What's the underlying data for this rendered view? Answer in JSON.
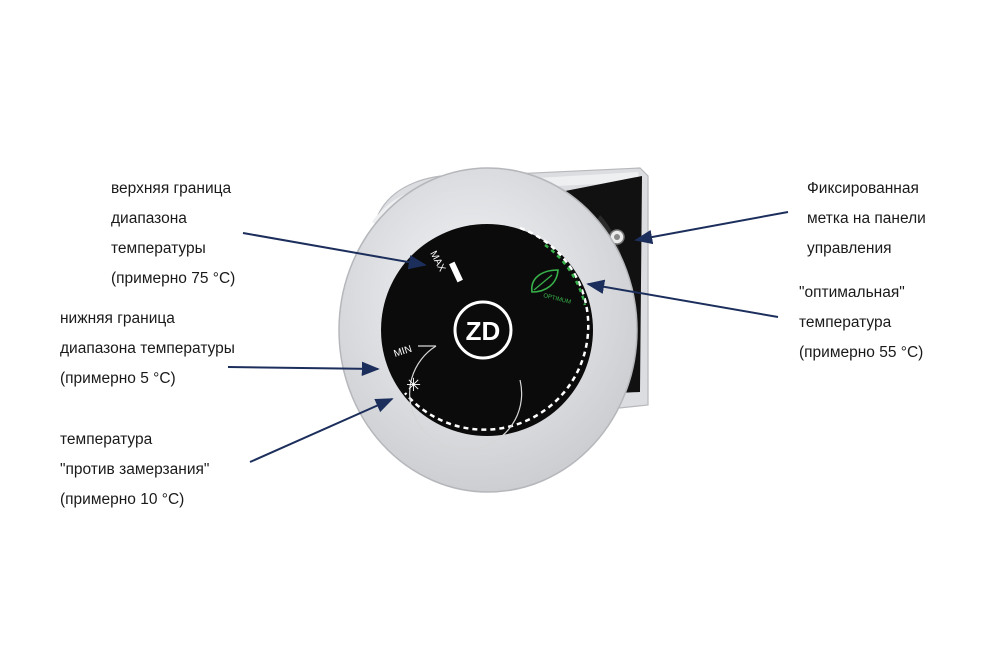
{
  "callouts": {
    "max": {
      "lines": [
        "верхняя граница",
        "диапазона",
        "температуры",
        "(примерно 75 °С)"
      ]
    },
    "min": {
      "lines": [
        "нижняя граница",
        "диапазона температуры",
        "(примерно 5 °С)"
      ]
    },
    "frost": {
      "lines": [
        "температура",
        "\"против замерзания\"",
        "(примерно 10 °С)"
      ]
    },
    "mark": {
      "lines": [
        "Фиксированная",
        "метка на панели",
        "управления"
      ]
    },
    "optimum": {
      "lines": [
        "\"оптимальная\"",
        "температура",
        "(примерно 55 °С)"
      ]
    }
  },
  "dial": {
    "max_label": "MAX",
    "min_label": "MIN",
    "optimum_label": "OPTIMUM",
    "frost_symbol": "✳",
    "logo": "ZD",
    "colors": {
      "face": "#0a0a0a",
      "ring": "#e3e4e7",
      "optimum": "#38b24a",
      "arrow": "#1c2e5c"
    }
  }
}
